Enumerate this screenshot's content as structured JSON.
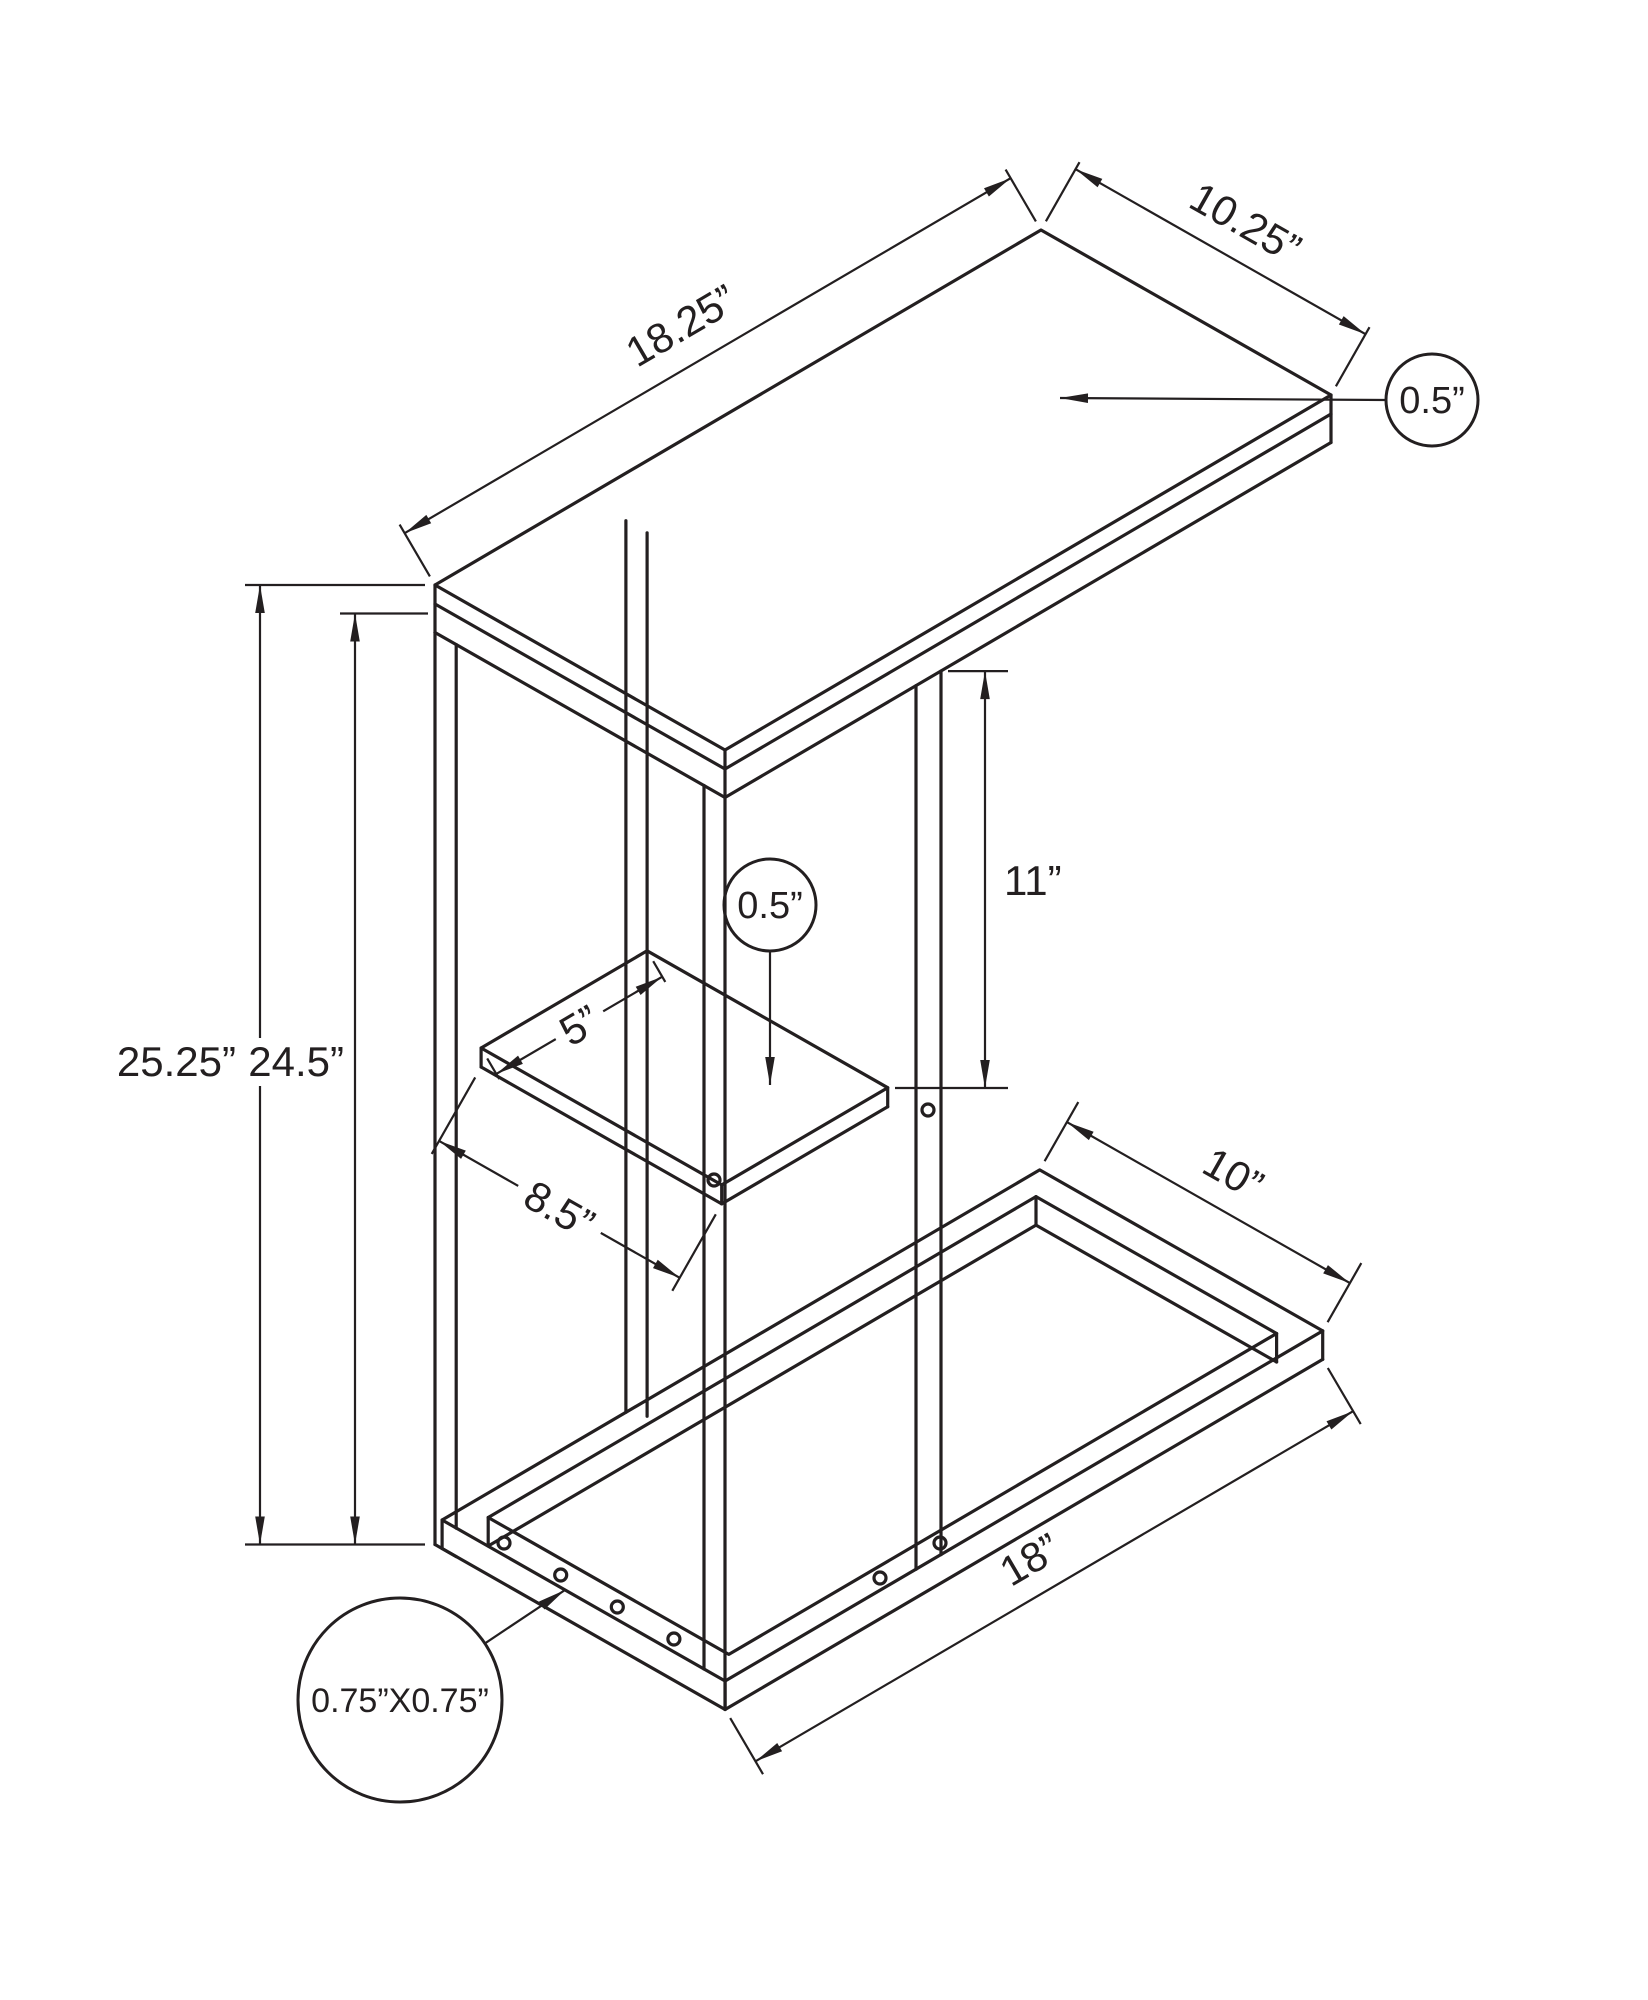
{
  "diagram": {
    "background": "#ffffff",
    "line_color": "#231f20",
    "subject": "c-shaped accent table dimension drawing",
    "labels": {
      "top_length": "18.25”",
      "top_width": "10.25”",
      "top_thickness": "0.5”",
      "overall_height": "25.25”",
      "frame_height": "24.5”",
      "under_top_clearance": "11”",
      "shelf_thickness": "0.5”",
      "shelf_width": "5”",
      "shelf_depth": "8.5”",
      "base_width": "10”",
      "base_length": "18”",
      "frame_tube_size": "0.75”X0.75”"
    }
  }
}
